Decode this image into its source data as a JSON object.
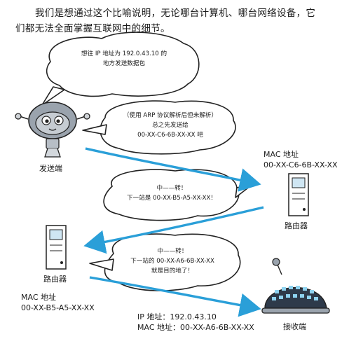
{
  "intro": {
    "line1": "我们是想通过这个比喻说明，无论哪台计算机、哪台网络设备，它",
    "line2": "们都无法全面掌握互联网中的细节。"
  },
  "sender": {
    "label": "发送端"
  },
  "bubble1": {
    "line1": "想往 IP 地址为 192.0.43.10 的",
    "line2": "地方发送数据包"
  },
  "bubble2": {
    "line1": "（使用 ARP 协议解析后但未解析）",
    "line2": "总之先发送给",
    "line3": "00-XX-C6-6B-XX-XX 吧"
  },
  "router_right": {
    "mac_label": "MAC 地址",
    "mac_value": "00-XX-C6-6B-XX-XX",
    "label": "路由器"
  },
  "bubble3": {
    "line1": "中——转！",
    "line2": "下一站是 00-XX-B5-A5-XX-XX！"
  },
  "router_left": {
    "label": "路由器",
    "mac_label": "MAC 地址",
    "mac_value": "00-XX-B5-A5-XX-XX"
  },
  "bubble4": {
    "line1": "中——转！",
    "line2": "下一站的 00-XX-A6-6B-XX-XX",
    "line3": "就是目的地了！"
  },
  "receiver": {
    "ip_line": "IP 地址：192.0.43.10",
    "mac_line": "MAC 地址：00-XX-A6-6B-XX-XX",
    "label": "接收端"
  },
  "colors": {
    "arrow": "#2a9fd8",
    "ink": "#222222",
    "robot": "#9aa3ad"
  }
}
